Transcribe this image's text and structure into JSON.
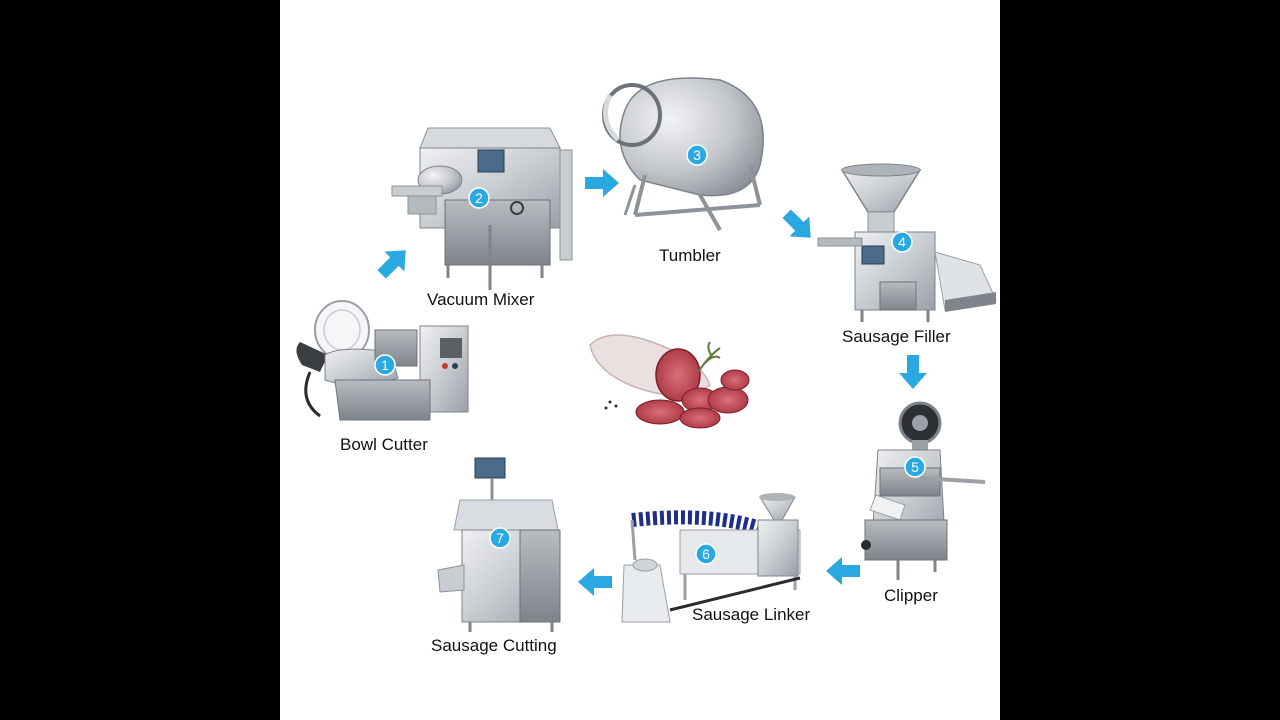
{
  "accent_color": "#2aa8e0",
  "steel_color": "#c9cdd2",
  "stations": [
    {
      "number": "1",
      "label": "Bowl Cutter",
      "icon": "bowl-cutter-icon"
    },
    {
      "number": "2",
      "label": "Vacuum Mixer",
      "icon": "vacuum-mixer-icon"
    },
    {
      "number": "3",
      "label": "Tumbler",
      "icon": "tumbler-icon"
    },
    {
      "number": "4",
      "label": "Sausage Filler",
      "icon": "sausage-filler-icon"
    },
    {
      "number": "5",
      "label": "Clipper",
      "icon": "clipper-icon"
    },
    {
      "number": "6",
      "label": "Sausage Linker",
      "icon": "sausage-linker-icon"
    },
    {
      "number": "7",
      "label": "Sausage Cutting",
      "icon": "sausage-cutting-icon"
    }
  ],
  "center_image": {
    "icon": "salami-icon"
  }
}
